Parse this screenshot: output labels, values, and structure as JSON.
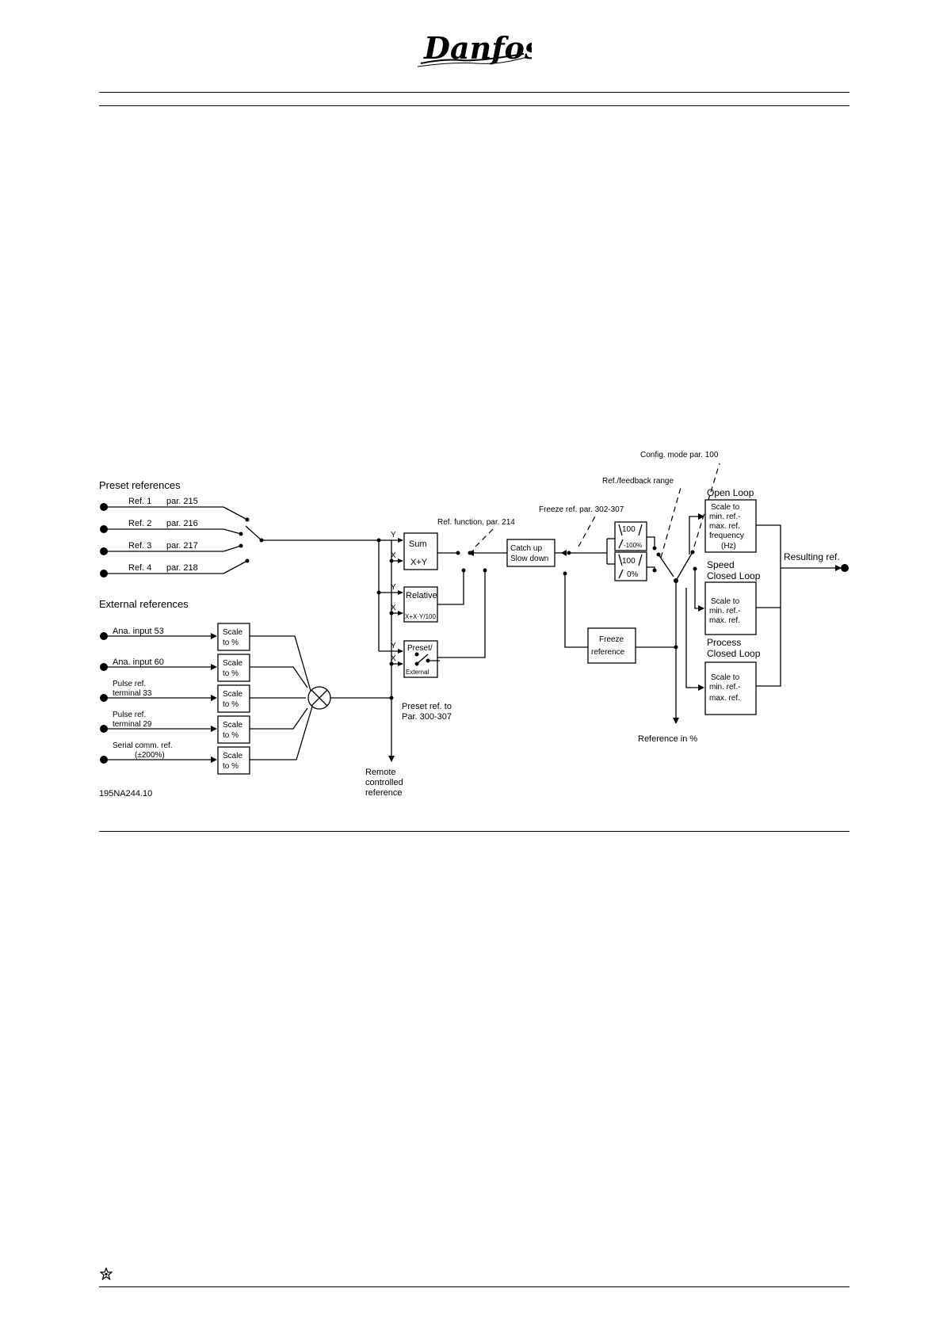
{
  "header": {
    "logo_text": "Danfoss"
  },
  "diagram": {
    "preset": {
      "title": "Preset references",
      "refs": [
        {
          "name": "Ref.  1",
          "par": "par.  215"
        },
        {
          "name": "Ref.  2",
          "par": "par.  216"
        },
        {
          "name": "Ref.  3",
          "par": "par.  217"
        },
        {
          "name": "Ref.  4",
          "par": "par.  218"
        }
      ]
    },
    "external": {
      "title": "External references",
      "inputs": [
        {
          "line1": "Ana.  input  53",
          "line2": ""
        },
        {
          "line1": "Ana.  input  60",
          "line2": ""
        },
        {
          "line1": "Pulse  ref.",
          "line2": "terminal  33"
        },
        {
          "line1": "Pulse  ref.",
          "line2": "terminal  29"
        },
        {
          "line1": "Serial  comm.  ref.",
          "line2": "(±200%)"
        }
      ],
      "scale_l1": "Scale",
      "scale_l2": "to  %"
    },
    "xy": {
      "x": "X",
      "y": "Y"
    },
    "sum": {
      "top": "Sum",
      "bottom": "X+Y"
    },
    "relative": {
      "top": "Relative",
      "bottom": "X+X·Y/100"
    },
    "preset_ext": {
      "top": "Preset/",
      "bottom": "External"
    },
    "ref_function": "Ref.  function,  par.  214",
    "catch": {
      "l1": "Catch  up",
      "l2": "Slow  down"
    },
    "freeze_ref_par": "Freeze  ref.  par.  302-307",
    "range_top": {
      "l1": "100",
      "l2": "-100%"
    },
    "range_bottom": {
      "l1": "100",
      "l2": "0%"
    },
    "ref_feedback": "Ref./feedback  range",
    "config_mode": "Config.  mode  par.  100",
    "freeze_box": {
      "l1": "Freeze",
      "l2": "reference"
    },
    "open_loop": {
      "title": "Open  Loop",
      "lines": [
        "Scale  to",
        "min.  ref.-",
        "max.  ref.",
        "frequency",
        "(Hz)"
      ]
    },
    "speed_loop": {
      "title1": "Speed",
      "title2": "Closed  Loop",
      "lines": [
        "Scale  to",
        "min.  ref.-",
        "max.  ref."
      ]
    },
    "process_loop": {
      "title1": "Process",
      "title2": "Closed  Loop",
      "lines": [
        "Scale  to",
        "min.  ref.-",
        "max.  ref."
      ]
    },
    "resulting": "Resulting  ref.",
    "preset_to": {
      "l1": "Preset  ref.  to",
      "l2": "Par.  300-307"
    },
    "reference_pct": "Reference  in  %",
    "remote": {
      "l1": "Remote",
      "l2": "controlled",
      "l3": "reference"
    },
    "drawing_id": "195NA244.10"
  }
}
